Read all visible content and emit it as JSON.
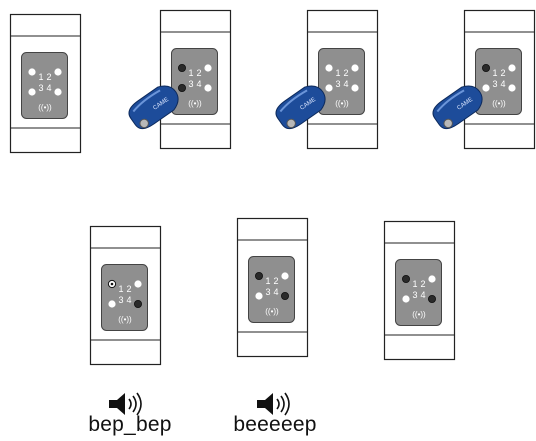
{
  "keypad": {
    "labels": {
      "k1": "1",
      "k2": "2",
      "k3": "3",
      "k4": "4"
    },
    "rfid_symbol": "((•))"
  },
  "colors": {
    "panel_gray": "#8f8f8f",
    "led_white": "#ffffff",
    "led_dark": "#2a2a2a",
    "key_fob_blue": "#1d4c9a",
    "housing": "#ffffff",
    "outline": "#222222"
  },
  "devices": [
    {
      "id": "step-1",
      "leds": [
        "off",
        "off",
        "off",
        "off"
      ],
      "key_fob": false
    },
    {
      "id": "step-2",
      "leds": [
        "dark",
        "off",
        "dark",
        "off"
      ],
      "key_fob": true,
      "fob_label": "CAME"
    },
    {
      "id": "step-3",
      "leds": [
        "off",
        "off",
        "off",
        "off"
      ],
      "key_fob": true,
      "fob_label": "CAME"
    },
    {
      "id": "step-4",
      "leds": [
        "dark",
        "off",
        "off",
        "off"
      ],
      "key_fob": true,
      "fob_label": "CAME"
    },
    {
      "id": "step-5",
      "leds": [
        "ring",
        "off",
        "off",
        "dark"
      ],
      "key_fob": false
    },
    {
      "id": "step-6",
      "leds": [
        "dark",
        "off",
        "off",
        "dark"
      ],
      "key_fob": false
    },
    {
      "id": "step-7",
      "leds": [
        "dark",
        "off",
        "off",
        "dark"
      ],
      "key_fob": false
    }
  ],
  "sounds": [
    {
      "id": "sound-1",
      "icon": "speaker-icon",
      "label": "bep_bep"
    },
    {
      "id": "sound-2",
      "icon": "speaker-icon",
      "label": "beeeeep"
    }
  ]
}
